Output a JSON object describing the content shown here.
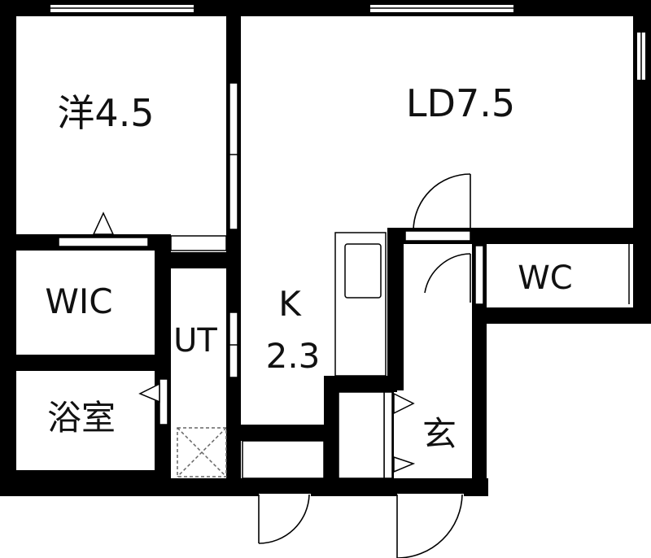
{
  "floor_plan": {
    "rooms": {
      "western_room": "洋4.5",
      "living_dining": "LD7.5",
      "walk_in_closet": "WIC",
      "utility_line1": "UT",
      "kitchen_line1": "K",
      "kitchen_line2": "2.3",
      "toilet": "WC",
      "bathroom": "浴室",
      "entrance": "玄"
    },
    "colors": {
      "wall": "#000000",
      "background": "#ffffff",
      "fixture_line": "#000000",
      "dashed_line": "#666666"
    }
  }
}
